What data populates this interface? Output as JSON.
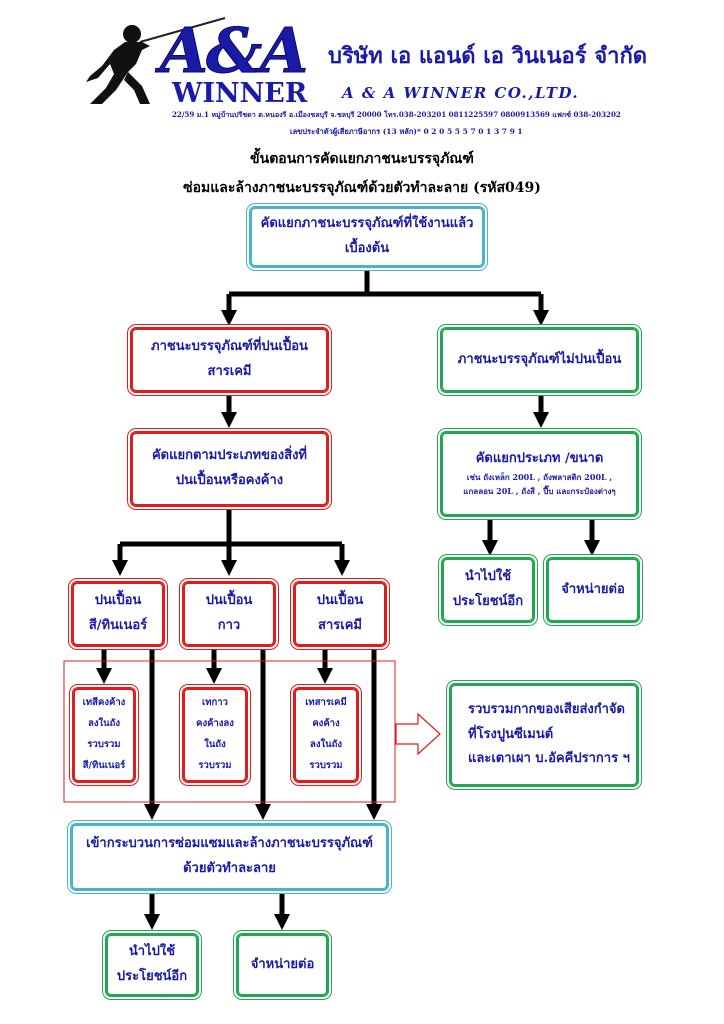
{
  "header": {
    "logo_mark": "A&A",
    "logo_word": "WINNER",
    "company_th": "บริษัท เอ แอนด์ เอ วินเนอร์  จำกัด",
    "company_en": "A & A  WINNER CO.,LTD.",
    "address": "22/59 ม.1 หมู่บ้านปรีชดา ต.หนองรี อ.เมืองชลบุรี จ.ชลบุรี 20000  โทร.038-203201 0811225597 0800913569  แฟกซ์ 038-203202",
    "tax_id": "เลขประจำตัวผู้เสียภาษีอากร (13 หลัก)* 0 2 0 5 5 5 7 0 1 3 7 9 1"
  },
  "titles": {
    "line1": "ขั้นตอนการคัดแยกภาชนะบรรจุภัณฑ์",
    "line2": "ซ่อมและล้างภาชนะบรรจุภัณฑ์ด้วยตัวทำละลาย (รหัส049)"
  },
  "nodes": {
    "start": [
      "คัดแยกภาชนะบรรจุภัณฑ์ที่ใช้งานแล้ว",
      "เบื้องต้น"
    ],
    "contaminated": [
      "ภาชนะบรรจุภัณฑ์ที่ปนเปื้อน",
      "สารเคมี"
    ],
    "clean": [
      "ภาชนะบรรจุภัณฑ์ไม่ปนเปื้อน"
    ],
    "sort_by_type": [
      "คัดแยกตามประเภทของสิ่งที่",
      "ปนเปื้อนหรือคงค้าง"
    ],
    "sort_size": [
      "คัดแยกประเภท /ขนาด",
      "เช่น ถังเหล็ก 200L , ถังพลาสติก 200L ,",
      "แกลลอน 20L , ถังสี , ปี๊บ และกระป๋องต่างๆ"
    ],
    "reuse_right": [
      "นำไปใช้",
      "ประโยชน์อีก"
    ],
    "sell_right": [
      "จำหน่ายต่อ"
    ],
    "paint": [
      "ปนเปื้อน",
      "สี/ทินเนอร์"
    ],
    "glue": [
      "ปนเปื้อน",
      "กาว"
    ],
    "chem": [
      "ปนเปื้อน",
      "สารเคมี"
    ],
    "paint_residue": [
      "เทสีคงค้าง",
      "ลงในถัง",
      "รวบรวม",
      "สี/ทินเนอร์"
    ],
    "glue_residue": [
      "เทกาว",
      "คงค้างลง",
      "ในถัง",
      "รวบรวม"
    ],
    "chem_residue": [
      "เทสารเคมี",
      "คงค้าง",
      "ลงในถัง",
      "รวบรวม"
    ],
    "disposal": [
      "รวบรวมกากของเสียส่งกำจัด",
      "ที่โรงปูนซีเมนต์",
      "และเตาเผา บ.อัคคีปราการ ฯ"
    ],
    "repair": [
      "เข้ากระบวนการซ่อมแซมและล้างภาชนะบรรจุภัณฑ์",
      "ด้วยตัวทำละลาย"
    ],
    "reuse_bottom": [
      "นำไปใช้",
      "ประโยชน์อีก"
    ],
    "sell_bottom": [
      "จำหน่ายต่อ"
    ]
  },
  "colors": {
    "cyan": "#4ab3c9",
    "red": "#e01b1b",
    "green": "#1fa84f",
    "text": "#1a1aa8"
  }
}
